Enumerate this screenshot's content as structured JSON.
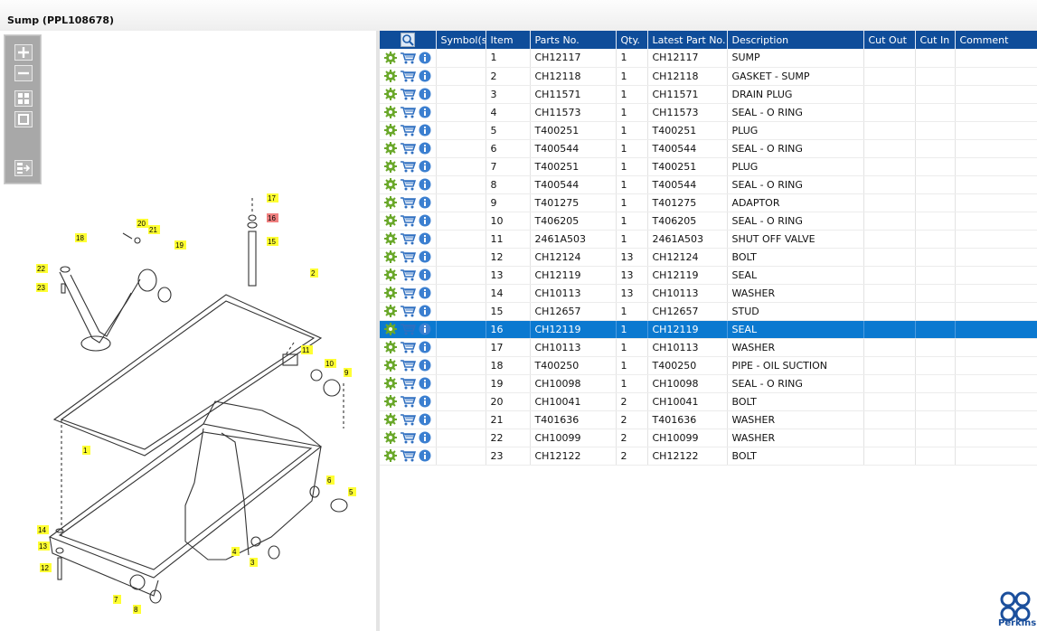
{
  "window": {
    "title": "Sump (PPL108678)"
  },
  "toolbar": {
    "buttons": [
      {
        "name": "zoom-in",
        "icon": "plus-icon"
      },
      {
        "name": "zoom-out",
        "icon": "minus-icon"
      },
      {
        "name": "tile-view",
        "icon": "grid-icon"
      },
      {
        "name": "fit-view",
        "icon": "frame-icon"
      },
      {
        "name": "export",
        "icon": "export-list-icon"
      }
    ]
  },
  "diagram": {
    "callouts": [
      "1",
      "2",
      "3",
      "4",
      "5",
      "6",
      "7",
      "8",
      "9",
      "10",
      "11",
      "12",
      "13",
      "14",
      "15",
      "16",
      "17",
      "18",
      "19",
      "20",
      "21",
      "22",
      "23"
    ],
    "highlighted": "16",
    "colors": {
      "callout": "#ffff33",
      "highlight": "#f08080"
    }
  },
  "table": {
    "columns": [
      "Symbol(s)",
      "Item",
      "Parts No.",
      "Qty.",
      "Latest Part No.",
      "Description",
      "Cut Out",
      "Cut In",
      "Comment"
    ],
    "selected_index": 15,
    "rows": [
      {
        "item": "1",
        "part": "CH12117",
        "qty": "1",
        "latest": "CH12117",
        "desc": "SUMP"
      },
      {
        "item": "2",
        "part": "CH12118",
        "qty": "1",
        "latest": "CH12118",
        "desc": "GASKET - SUMP"
      },
      {
        "item": "3",
        "part": "CH11571",
        "qty": "1",
        "latest": "CH11571",
        "desc": "DRAIN PLUG"
      },
      {
        "item": "4",
        "part": "CH11573",
        "qty": "1",
        "latest": "CH11573",
        "desc": "SEAL - O RING"
      },
      {
        "item": "5",
        "part": "T400251",
        "qty": "1",
        "latest": "T400251",
        "desc": "PLUG"
      },
      {
        "item": "6",
        "part": "T400544",
        "qty": "1",
        "latest": "T400544",
        "desc": "SEAL - O RING"
      },
      {
        "item": "7",
        "part": "T400251",
        "qty": "1",
        "latest": "T400251",
        "desc": "PLUG"
      },
      {
        "item": "8",
        "part": "T400544",
        "qty": "1",
        "latest": "T400544",
        "desc": "SEAL - O RING"
      },
      {
        "item": "9",
        "part": "T401275",
        "qty": "1",
        "latest": "T401275",
        "desc": "ADAPTOR"
      },
      {
        "item": "10",
        "part": "T406205",
        "qty": "1",
        "latest": "T406205",
        "desc": "SEAL - O RING"
      },
      {
        "item": "11",
        "part": "2461A503",
        "qty": "1",
        "latest": "2461A503",
        "desc": "SHUT OFF VALVE"
      },
      {
        "item": "12",
        "part": "CH12124",
        "qty": "13",
        "latest": "CH12124",
        "desc": "BOLT"
      },
      {
        "item": "13",
        "part": "CH12119",
        "qty": "13",
        "latest": "CH12119",
        "desc": "SEAL"
      },
      {
        "item": "14",
        "part": "CH10113",
        "qty": "13",
        "latest": "CH10113",
        "desc": "WASHER"
      },
      {
        "item": "15",
        "part": "CH12657",
        "qty": "1",
        "latest": "CH12657",
        "desc": "STUD"
      },
      {
        "item": "16",
        "part": "CH12119",
        "qty": "1",
        "latest": "CH12119",
        "desc": "SEAL"
      },
      {
        "item": "17",
        "part": "CH10113",
        "qty": "1",
        "latest": "CH10113",
        "desc": "WASHER"
      },
      {
        "item": "18",
        "part": "T400250",
        "qty": "1",
        "latest": "T400250",
        "desc": "PIPE - OIL SUCTION"
      },
      {
        "item": "19",
        "part": "CH10098",
        "qty": "1",
        "latest": "CH10098",
        "desc": "SEAL - O RING"
      },
      {
        "item": "20",
        "part": "CH10041",
        "qty": "2",
        "latest": "CH10041",
        "desc": "BOLT"
      },
      {
        "item": "21",
        "part": "T401636",
        "qty": "2",
        "latest": "T401636",
        "desc": "WASHER"
      },
      {
        "item": "22",
        "part": "CH10099",
        "qty": "2",
        "latest": "CH10099",
        "desc": "WASHER"
      },
      {
        "item": "23",
        "part": "CH12122",
        "qty": "2",
        "latest": "CH12122",
        "desc": "BOLT"
      }
    ]
  },
  "brand": {
    "name": "Perkins",
    "color": "#1b4f9c"
  },
  "colors": {
    "header": "#0f4d9a",
    "selected": "#0b79d0",
    "gear": "#6aa82a",
    "cart": "#2f6fc0",
    "info": "#3b7fd0"
  }
}
